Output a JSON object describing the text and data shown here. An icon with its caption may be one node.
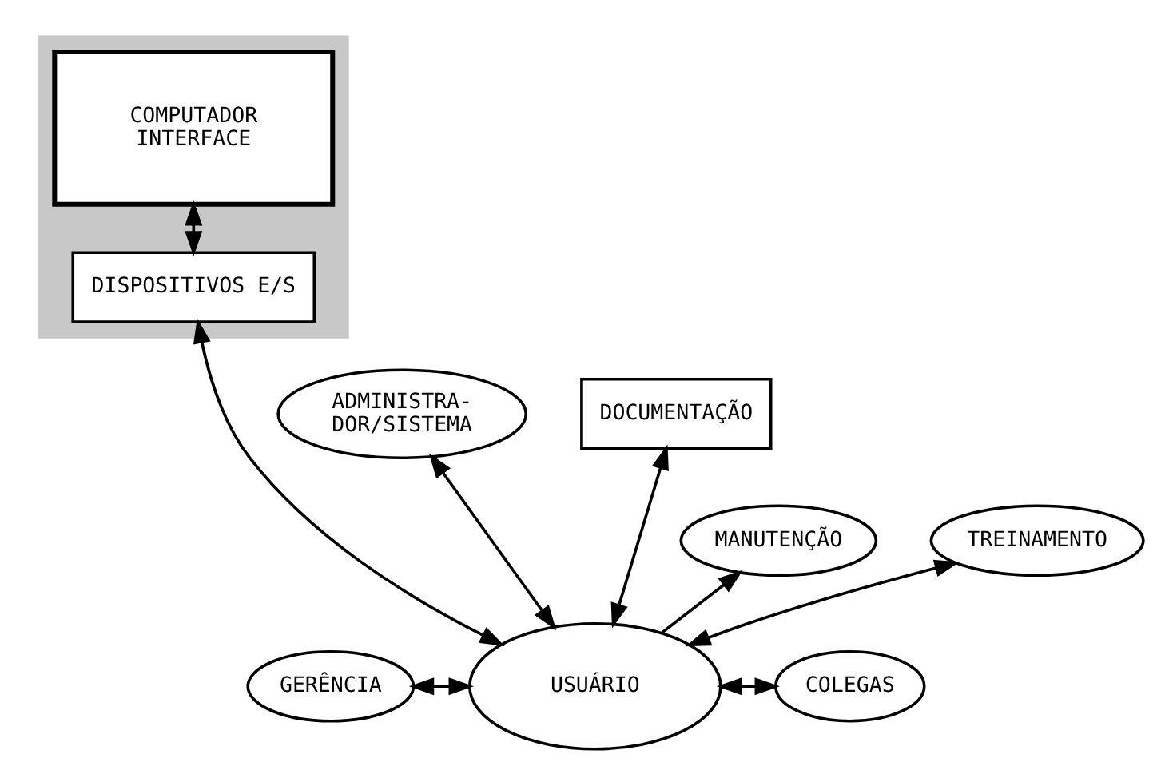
{
  "diagram": {
    "nodes": [
      {
        "text": [],
        "shape": "box"
      },
      {
        "text": [
          "COMPUTADOR",
          "INTERFACE"
        ],
        "in": 0
      },
      {
        "text": [
          "DISPOSITIVOS E/S"
        ],
        "in": 0
      },
      {
        "text": [
          "ADMINISTRA- DOR/SISTEMA"
        ]
      },
      {
        "text": [
          "DOCUMENTAÇÃO"
        ]
      },
      {
        "text": [
          "MANUTENÇÃO"
        ]
      },
      {
        "text": [
          "TREINAMENTO"
        ]
      },
      {
        "text": [
          "GERÊNCIA"
        ]
      },
      {
        "text": [
          "USUÁRIO"
        ]
      },
      {
        "text": [
          "COLEGAS"
        ]
      }
    ],
    "edges": [
      {
        "from": 1,
        "to": 2,
        "arrow": "both"
      },
      {
        "from": 2,
        "to": 8,
        "arrow": "both"
      },
      {
        "from": 3,
        "to": 8,
        "arrow": "both"
      },
      {
        "from": 4,
        "to": 8,
        "arrow": "both"
      },
      {
        "from": 8,
        "to": 5,
        "arrow": "to"
      },
      {
        "from": 6,
        "to": 8,
        "arrow": "both"
      },
      {
        "from": 7,
        "to": 8,
        "arrow": "both"
      },
      {
        "from": 8,
        "to": 9,
        "arrow": "both"
      }
    ]
  }
}
